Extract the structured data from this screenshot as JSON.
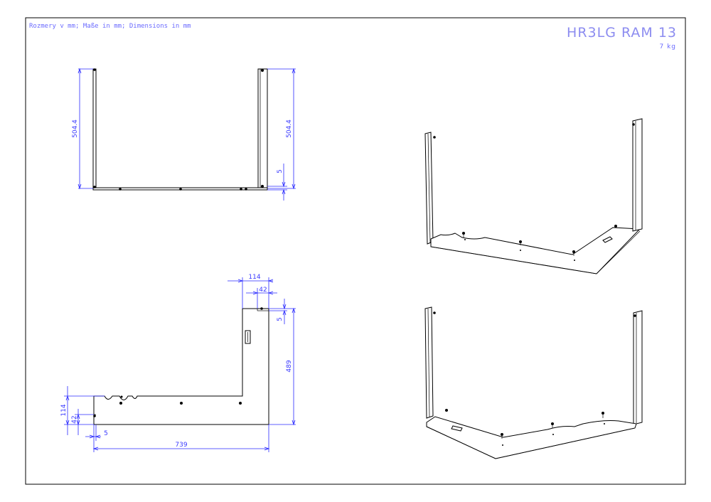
{
  "sheet": {
    "units_note": "Rozmery v mm; Maße in mm; Dimensions in mm",
    "title": "HR3LG RAM 13",
    "weight": "7 kg"
  },
  "dimensions": {
    "front_left_height": "504.4",
    "front_right_height": "504.4",
    "front_offset": "5",
    "top_width": "114",
    "top_inner": "42",
    "top_offset": "5",
    "right_leg_length": "489",
    "left_width": "114",
    "left_inner": "42",
    "bottom_offset": "5",
    "overall_length": "739"
  },
  "colors": {
    "dimension": "#2a2aff",
    "outline": "#000000",
    "title": "#8c8cf0"
  }
}
